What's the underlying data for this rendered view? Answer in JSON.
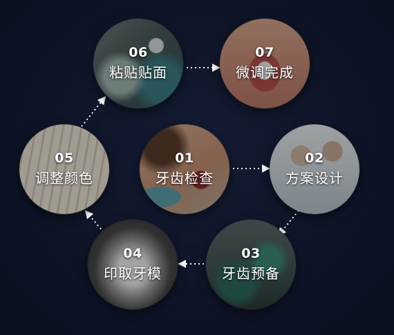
{
  "steps": [
    {
      "id": "01",
      "number": "01",
      "label": "牙齿检查"
    },
    {
      "id": "02",
      "number": "02",
      "label": "方案设计"
    },
    {
      "id": "03",
      "number": "03",
      "label": "牙齿预备"
    },
    {
      "id": "04",
      "number": "04",
      "label": "印取牙模"
    },
    {
      "id": "05",
      "number": "05",
      "label": "调整颜色"
    },
    {
      "id": "06",
      "number": "06",
      "label": "粘贴贴面"
    },
    {
      "id": "07",
      "number": "07",
      "label": "微调完成"
    }
  ],
  "colors": {
    "background": "#0e1426",
    "text": "#ffffff",
    "arrow": "#ffffff"
  }
}
